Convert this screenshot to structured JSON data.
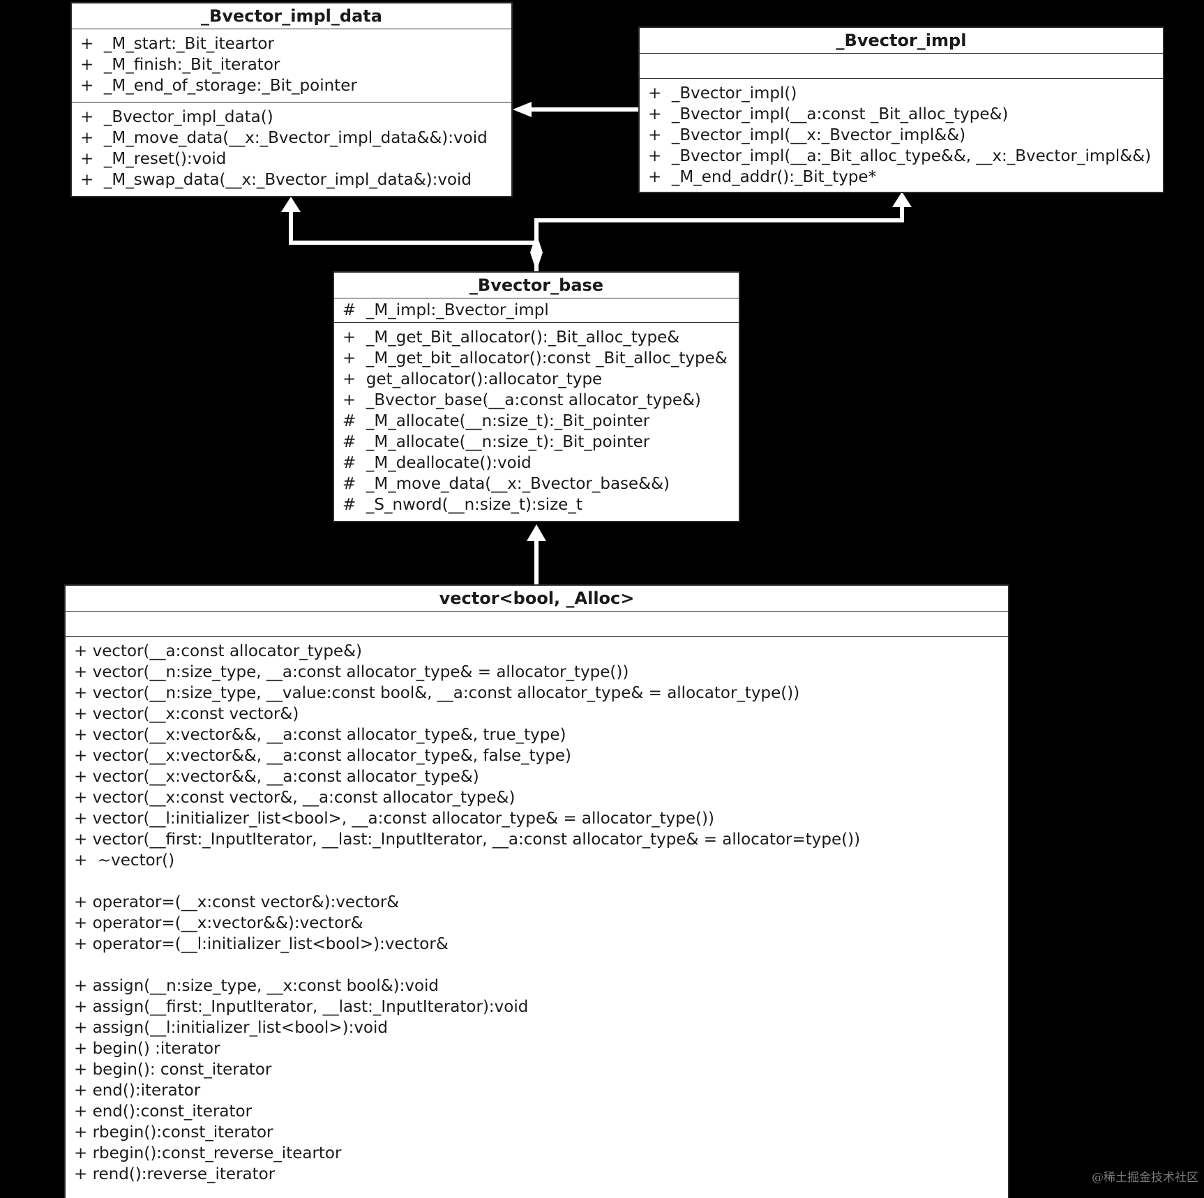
{
  "classes": {
    "impl_data": {
      "title": "_Bvector_impl_data",
      "attributes": [
        "+  _M_start:_Bit_iteartor",
        "+  _M_finish:_Bit_iterator",
        "+  _M_end_of_storage:_Bit_pointer"
      ],
      "operations": [
        "+  _Bvector_impl_data()",
        "+  _M_move_data(__x:_Bvector_impl_data&&):void",
        "+  _M_reset():void",
        "+  _M_swap_data(__x:_Bvector_impl_data&):void"
      ]
    },
    "impl": {
      "title": "_Bvector_impl",
      "attributes": [],
      "operations": [
        "+  _Bvector_impl()",
        "+  _Bvector_impl(__a:const _Bit_alloc_type&)",
        "+  _Bvector_impl(__x:_Bvector_impl&&)",
        "+  _Bvector_impl(__a:_Bit_alloc_type&&, __x:_Bvector_impl&&)",
        "+  _M_end_addr():_Bit_type*"
      ]
    },
    "base": {
      "title": "_Bvector_base",
      "attributes": [
        "#  _M_impl:_Bvector_impl"
      ],
      "operations": [
        "+  _M_get_Bit_allocator():_Bit_alloc_type&",
        "+  _M_get_bit_allocator():const _Bit_alloc_type&",
        "+  get_allocator():allocator_type",
        "+  _Bvector_base(__a:const allocator_type&)",
        "#  _M_allocate(__n:size_t):_Bit_pointer",
        "#  _M_allocate(__n:size_t):_Bit_pointer",
        "#  _M_deallocate():void",
        "#  _M_move_data(__x:_Bvector_base&&)",
        "#  _S_nword(__n:size_t):size_t"
      ]
    },
    "vector": {
      "title": "vector<bool, _Alloc>",
      "attributes": [],
      "operations": [
        "+ vector(__a:const allocator_type&)",
        "+ vector(__n:size_type, __a:const allocator_type& = allocator_type())",
        "+ vector(__n:size_type, __value:const bool&, __a:const allocator_type& = allocator_type())",
        "+ vector(__x:const vector&)",
        "+ vector(__x:vector&&, __a:const allocator_type&, true_type)",
        "+ vector(__x:vector&&, __a:const allocator_type&, false_type)",
        "+ vector(__x:vector&&, __a:const allocator_type&)",
        "+ vector(__x:const vector&, __a:const allocator_type&)",
        "+ vector(__l:initializer_list<bool>, __a:const allocator_type& = allocator_type())",
        "+ vector(__first:_InputIterator, __last:_InputIterator, __a:const allocator_type& = allocator=type())",
        "+  ~vector()",
        "",
        "+ operator=(__x:const vector&):vector&",
        "+ operator=(__x:vector&&):vector&",
        "+ operator=(__l:initializer_list<bool>):vector&",
        "",
        "+ assign(__n:size_type, __x:const bool&):void",
        "+ assign(__first:_InputIterator, __last:_InputIterator):void",
        "+ assign(__l:initializer_list<bool>):void",
        "+ begin() :iterator",
        "+ begin(): const_iterator",
        "+ end():iterator",
        "+ end():const_iterator",
        "+ rbegin():const_iterator",
        "+ rbegin():const_reverse_iteartor",
        "+ rend():reverse_iterator"
      ]
    }
  },
  "watermark": "@稀土掘金技术社区",
  "colors": {
    "background": "#000000",
    "box": "#ffffff",
    "connector": "#ffffff"
  }
}
